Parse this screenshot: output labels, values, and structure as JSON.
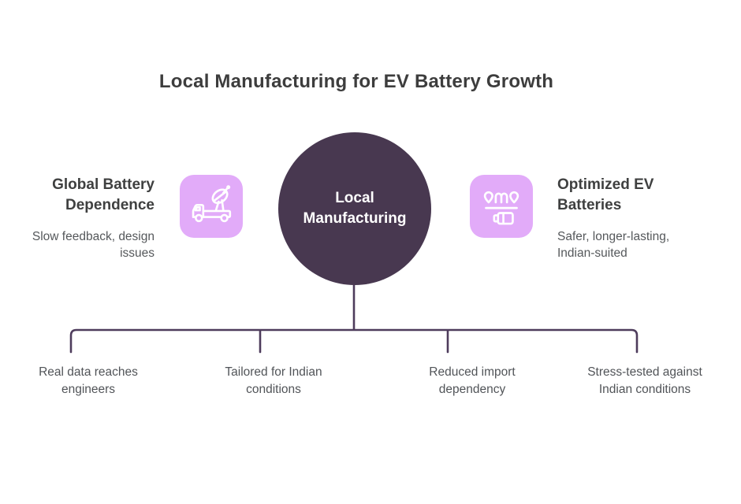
{
  "title": "Local Manufacturing for EV Battery Growth",
  "center_node": {
    "label": "Local Manufacturing"
  },
  "left_item": {
    "heading": "Global Battery Dependence",
    "description": "Slow feedback, design issues",
    "icon": "satellite-dish-truck-icon"
  },
  "right_item": {
    "heading": "Optimized EV Batteries",
    "description": "Safer, longer-lasting, Indian-suited",
    "icon": "battery-production-line-icon"
  },
  "branches": [
    {
      "label": "Real data reaches engineers"
    },
    {
      "label": "Tailored for Indian conditions"
    },
    {
      "label": "Reduced import dependency"
    },
    {
      "label": "Stress-tested against Indian conditions"
    }
  ],
  "colors": {
    "node_fill": "#483850",
    "connector": "#4e3c5c",
    "icon_bg": "#e2abf9",
    "icon_stroke": "#ffffff",
    "title_text": "#3d3d3d",
    "heading_text": "#3f4040",
    "body_text": "#55585b",
    "branch_text": "#515458",
    "node_text": "#ffffff",
    "background": "#ffffff"
  }
}
